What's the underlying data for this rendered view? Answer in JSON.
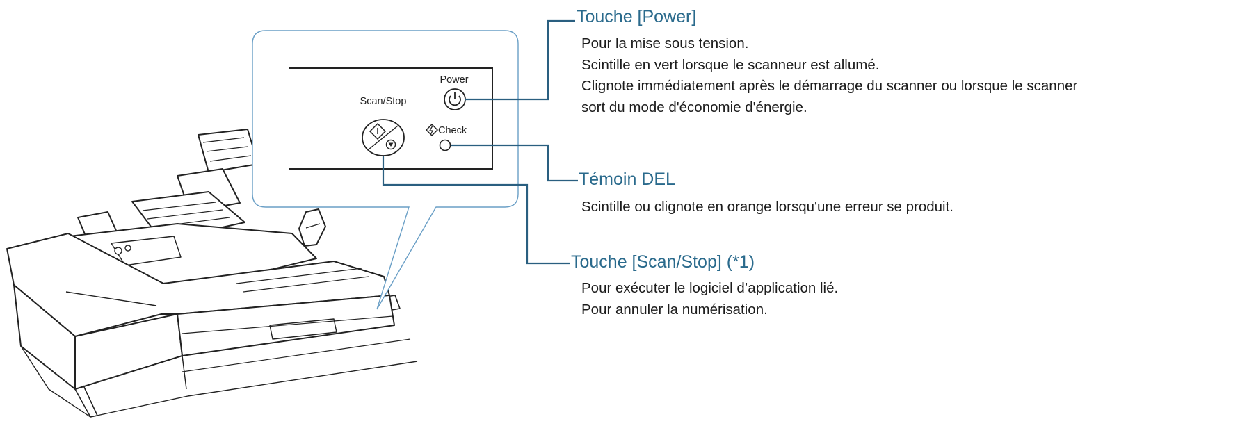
{
  "panel": {
    "power_label": "Power",
    "scan_stop_label": "Scan/Stop",
    "check_label": "Check"
  },
  "callouts": {
    "power": {
      "title": "Touche [Power]",
      "lines": [
        "Pour la mise sous tension.",
        "Scintille en vert lorsque le scanneur est allumé.",
        "Clignote immédiatement après le démarrage du scanner ou lorsque le scanner",
        "sort du mode d'économie d'énergie."
      ]
    },
    "led": {
      "title": "Témoin DEL",
      "lines": [
        "Scintille ou clignote en orange lorsqu'une erreur se produit."
      ]
    },
    "scan_stop": {
      "title": "Touche [Scan/Stop] (*1)",
      "lines": [
        "Pour exécuter le logiciel d’application lié.",
        "Pour annuler la numérisation."
      ]
    }
  },
  "colors": {
    "leader_line": "#2a5f80",
    "heading": "#2a6a8c",
    "callout_bubble": "#6a9fc6"
  },
  "icons": [
    "scanner-illustration",
    "power-icon",
    "scan-start-icon",
    "stop-icon",
    "warning-icon"
  ]
}
